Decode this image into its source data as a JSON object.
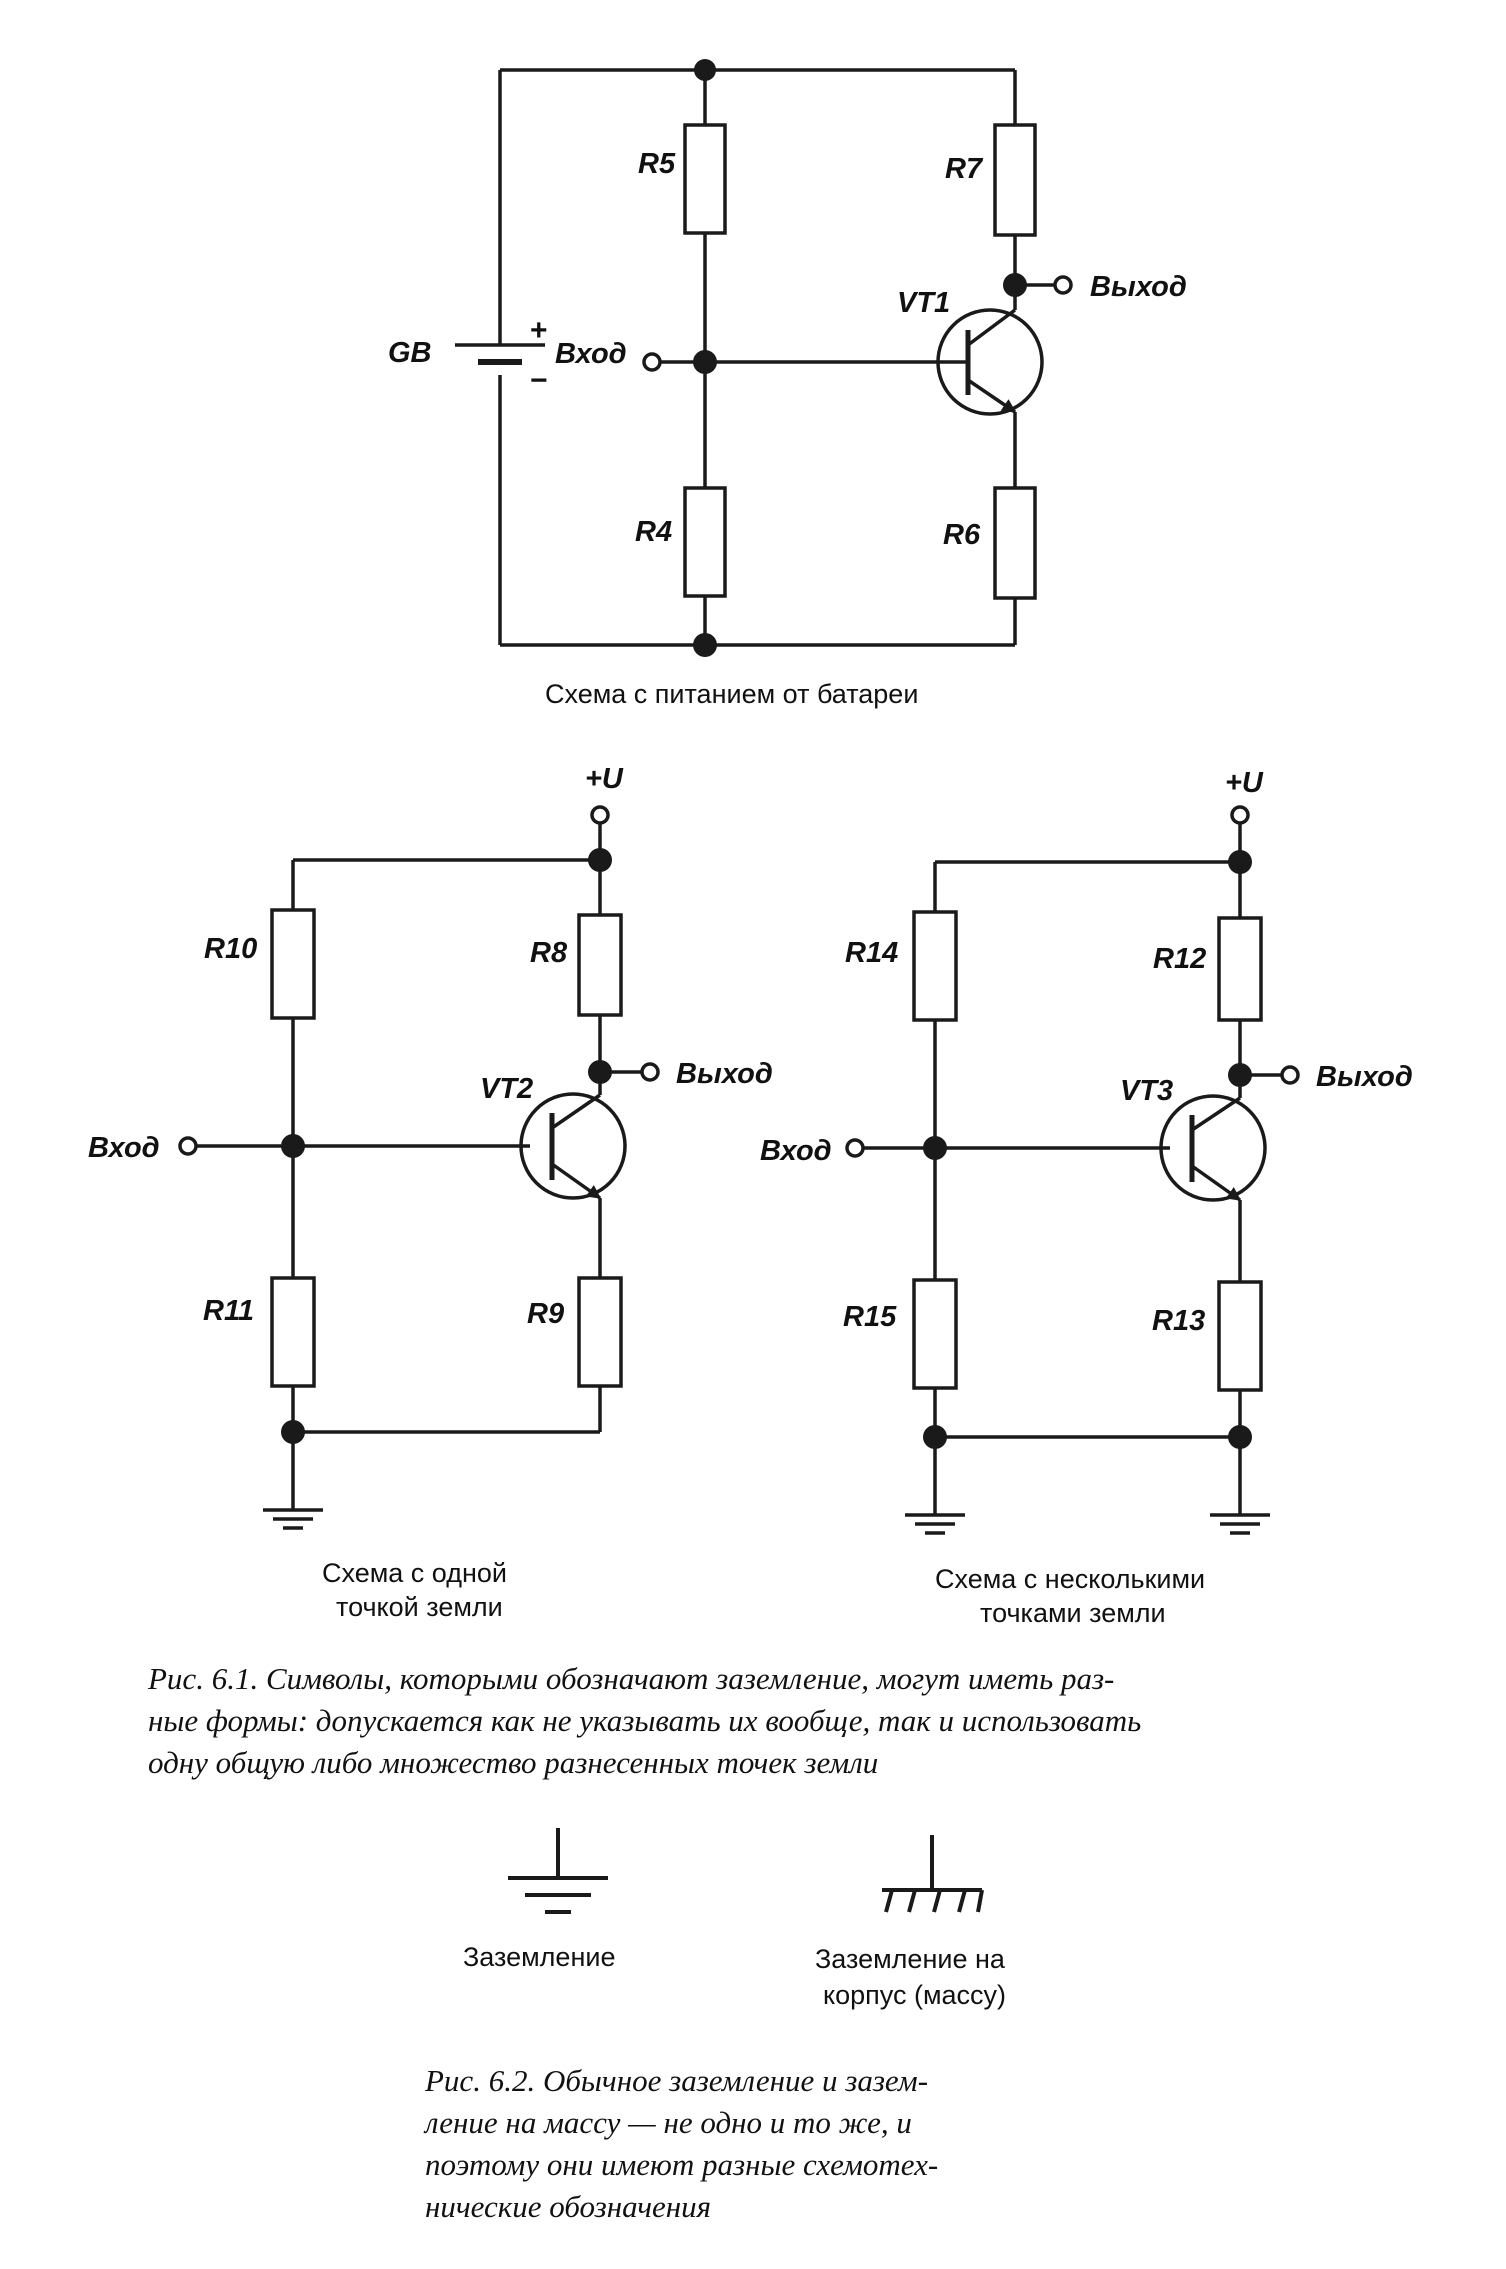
{
  "colors": {
    "ink": "#1a1a1a",
    "paper": "#ffffff"
  },
  "top_circuit": {
    "battery_label": "GB",
    "plus_sign": "+",
    "minus_sign": "−",
    "input_label": "Вход",
    "output_label": "Выход",
    "transistor_label": "VT1",
    "resistors": [
      "R5",
      "R7",
      "R4",
      "R6"
    ],
    "caption": "Схема с питанием от батареи"
  },
  "left_circuit": {
    "supply_label": "+U",
    "input_label": "Вход",
    "output_label": "Выход",
    "transistor_label": "VT2",
    "resistors": [
      "R10",
      "R8",
      "R11",
      "R9"
    ],
    "caption_lines": [
      "Схема с одной",
      "точкой земли"
    ]
  },
  "right_circuit": {
    "supply_label": "+U",
    "input_label": "Вход",
    "output_label": "Выход",
    "transistor_label": "VT3",
    "resistors": [
      "R14",
      "R12",
      "R15",
      "R13"
    ],
    "caption_lines": [
      "Схема с несколькими",
      "точками земли"
    ]
  },
  "figure_6_1_caption": [
    "Рис. 6.1. Символы, которыми обозначают заземление, могут иметь раз-",
    "ные формы: допускается как не указывать их вообще, так и использовать",
    "одну общую либо множество разнесенных точек земли"
  ],
  "symbols": {
    "earth_ground_label": "Заземление",
    "chassis_ground_label_lines": [
      "Заземление на",
      "корпус (массу)"
    ]
  },
  "figure_6_2_caption": [
    "Рис. 6.2. Обычное заземление и зазем-",
    "ление на массу — не одно и то же, и",
    "поэтому они имеют разные схемотех-",
    "нические обозначения"
  ]
}
